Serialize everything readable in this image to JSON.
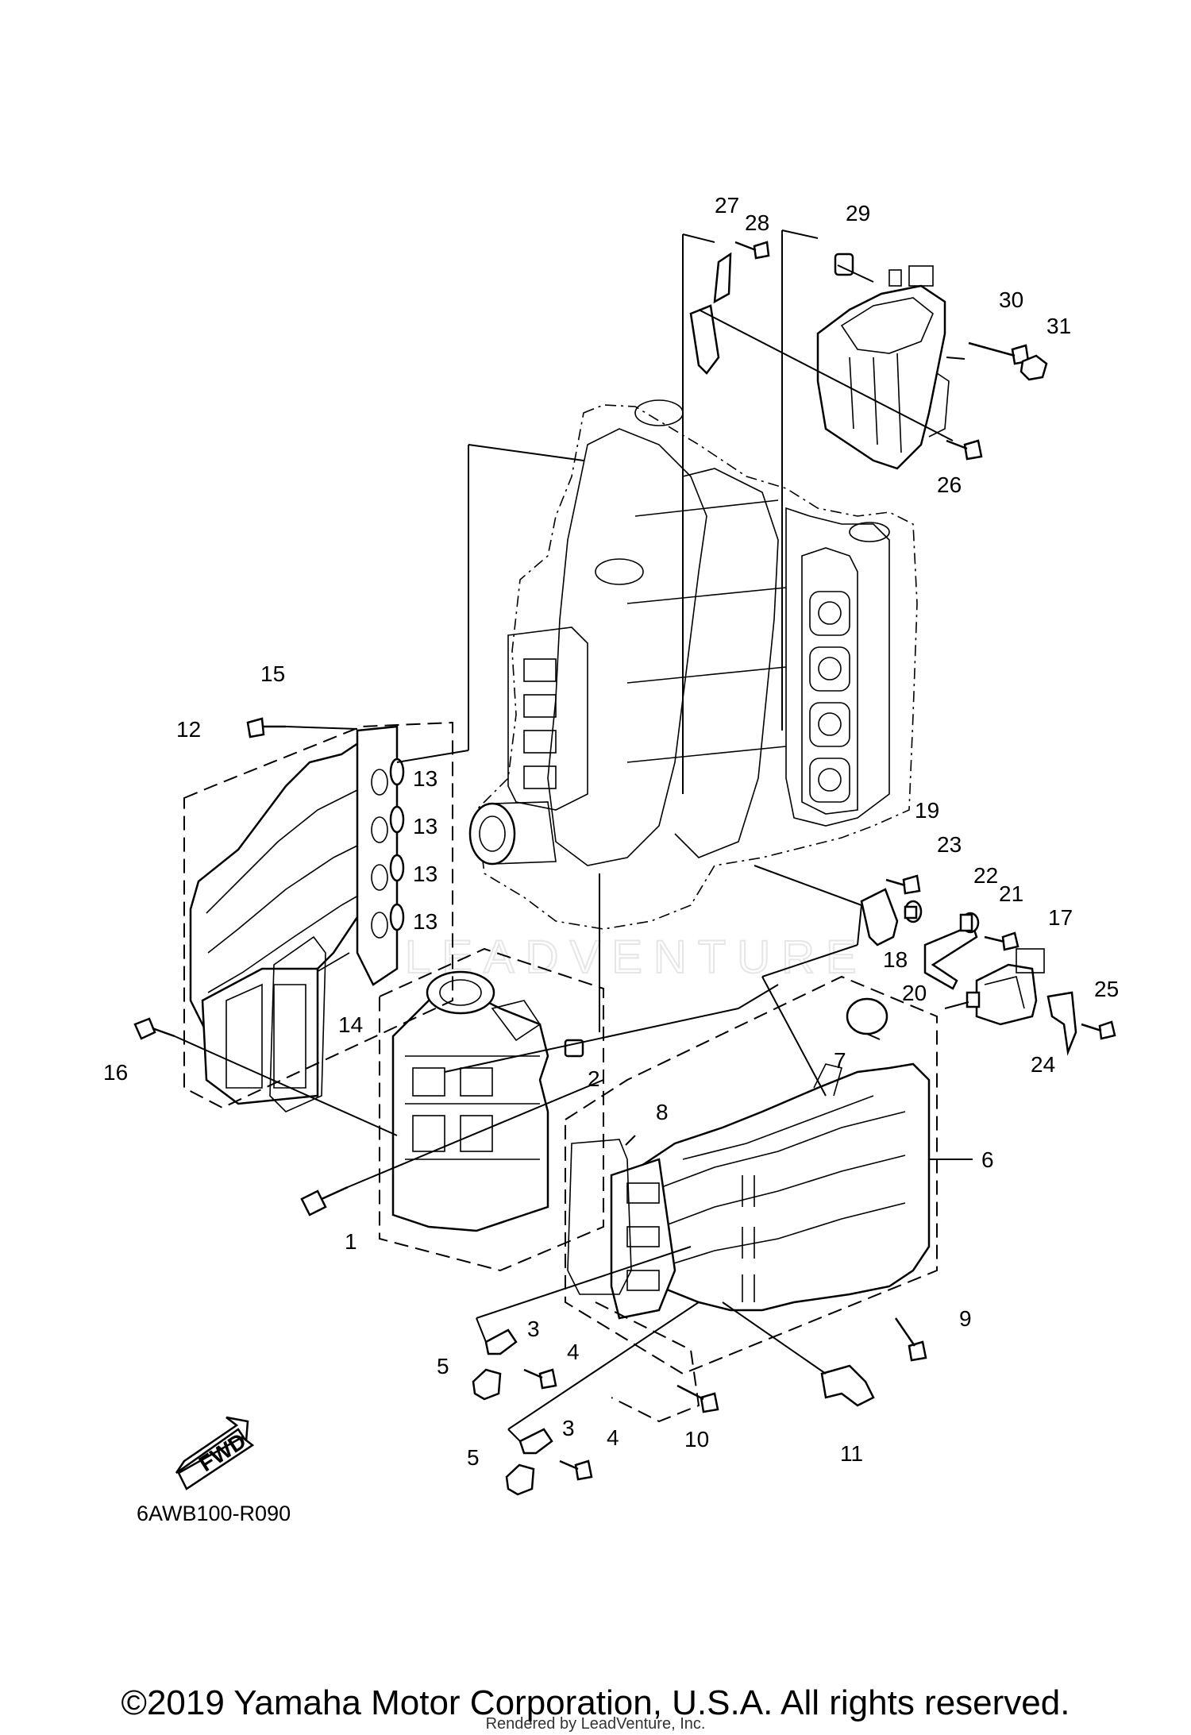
{
  "diagram": {
    "part_code": "6AWB100-R090",
    "fwd_label": "FWD",
    "watermark": "LEADVENTURE",
    "callouts": [
      {
        "id": "c1",
        "label": "1"
      },
      {
        "id": "c2",
        "label": "2"
      },
      {
        "id": "c3a",
        "label": "3"
      },
      {
        "id": "c3b",
        "label": "3"
      },
      {
        "id": "c4a",
        "label": "4"
      },
      {
        "id": "c4b",
        "label": "4"
      },
      {
        "id": "c5a",
        "label": "5"
      },
      {
        "id": "c5b",
        "label": "5"
      },
      {
        "id": "c6",
        "label": "6"
      },
      {
        "id": "c7",
        "label": "7"
      },
      {
        "id": "c8",
        "label": "8"
      },
      {
        "id": "c9",
        "label": "9"
      },
      {
        "id": "c10",
        "label": "10"
      },
      {
        "id": "c11",
        "label": "11"
      },
      {
        "id": "c12",
        "label": "12"
      },
      {
        "id": "c13a",
        "label": "13"
      },
      {
        "id": "c13b",
        "label": "13"
      },
      {
        "id": "c13c",
        "label": "13"
      },
      {
        "id": "c13d",
        "label": "13"
      },
      {
        "id": "c14",
        "label": "14"
      },
      {
        "id": "c15",
        "label": "15"
      },
      {
        "id": "c16",
        "label": "16"
      },
      {
        "id": "c17",
        "label": "17"
      },
      {
        "id": "c18",
        "label": "18"
      },
      {
        "id": "c19",
        "label": "19"
      },
      {
        "id": "c20",
        "label": "20"
      },
      {
        "id": "c21",
        "label": "21"
      },
      {
        "id": "c22",
        "label": "22"
      },
      {
        "id": "c23",
        "label": "23"
      },
      {
        "id": "c24",
        "label": "24"
      },
      {
        "id": "c25",
        "label": "25"
      },
      {
        "id": "c26",
        "label": "26"
      },
      {
        "id": "c27",
        "label": "27"
      },
      {
        "id": "c28",
        "label": "28"
      },
      {
        "id": "c29",
        "label": "29"
      },
      {
        "id": "c30",
        "label": "30"
      },
      {
        "id": "c31",
        "label": "31"
      }
    ]
  },
  "footer": {
    "copyright": "©2019 Yamaha Motor Corporation, U.S.A. All rights reserved.",
    "rendered_by": "Rendered by LeadVenture, Inc."
  }
}
